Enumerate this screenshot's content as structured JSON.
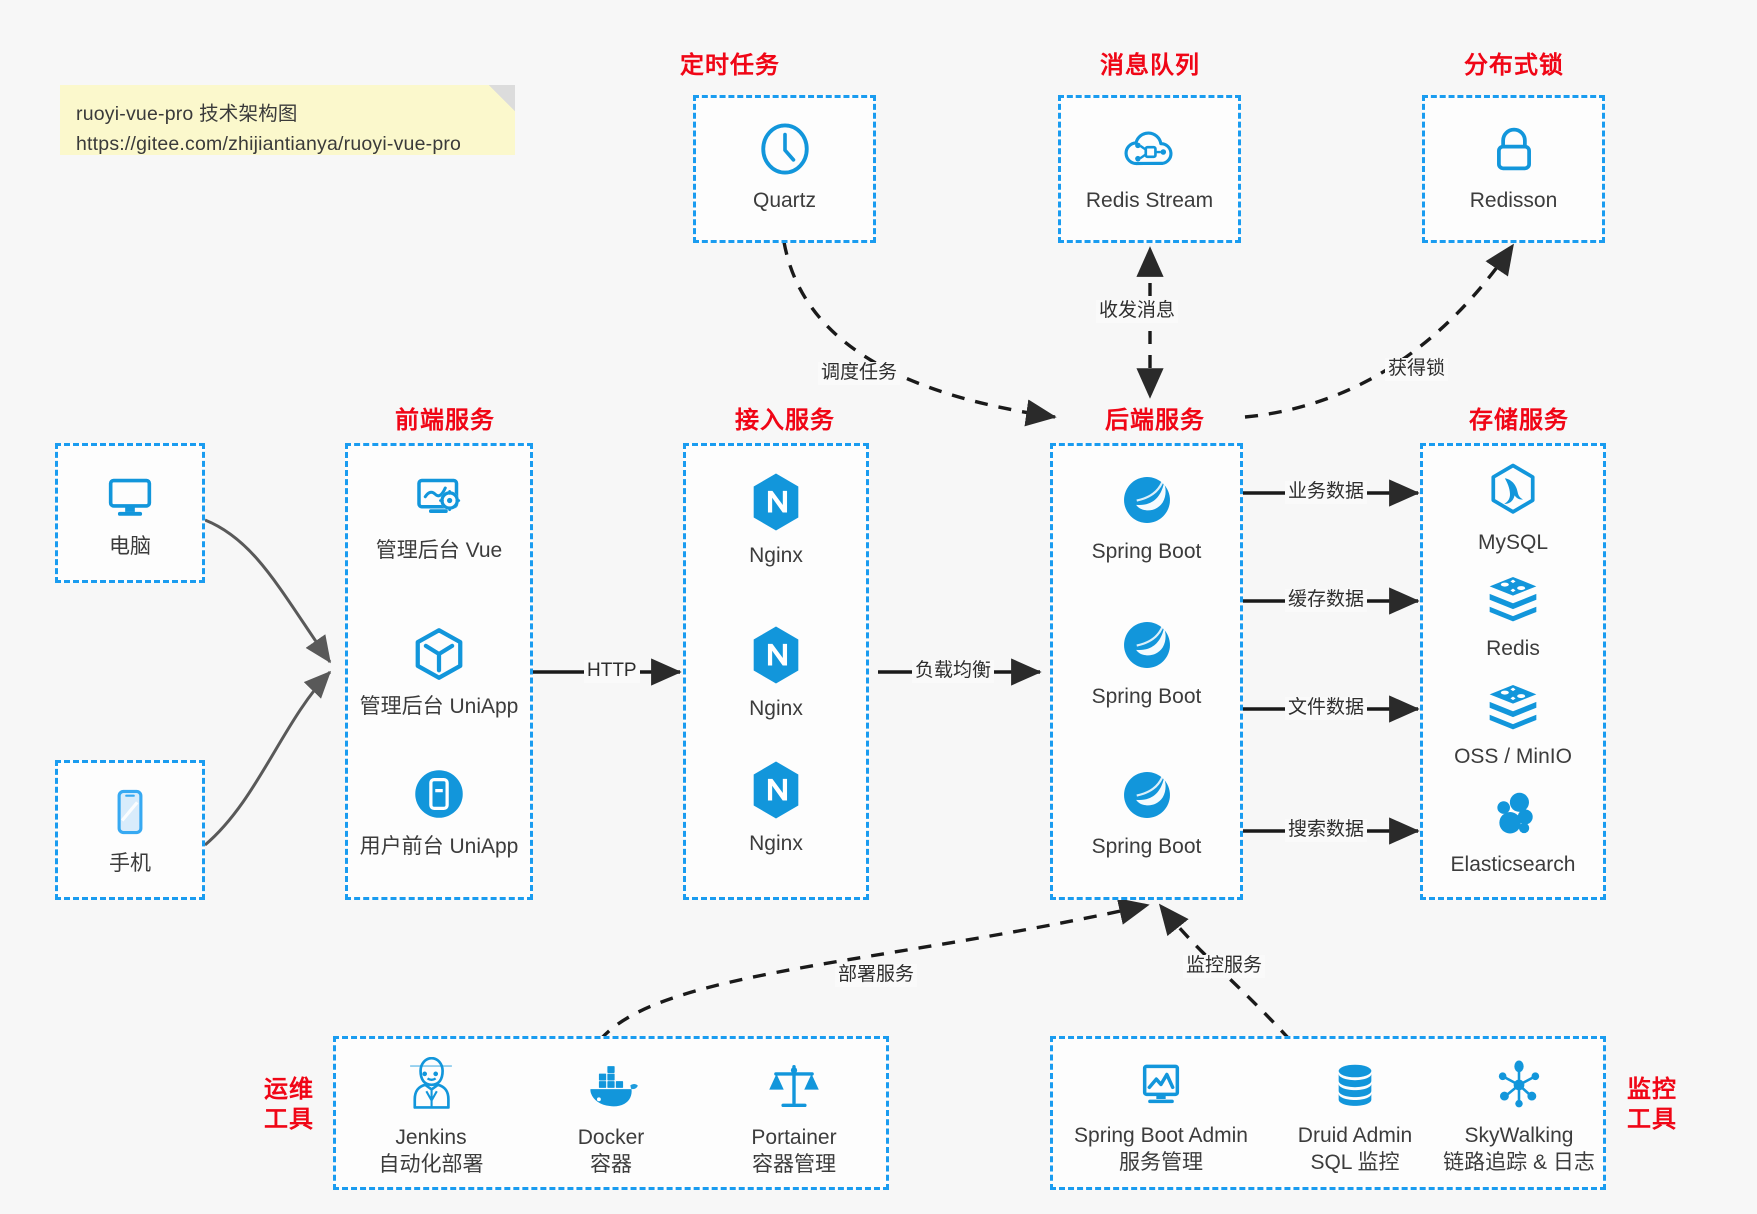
{
  "note": {
    "line1": "ruoyi-vue-pro 技术架构图",
    "line2": "https://gitee.com/zhijiantianya/ruoyi-vue-pro"
  },
  "colors": {
    "accent_blue": "#1a9cf0",
    "icon_blue": "#1296db",
    "title_red": "#f00616",
    "canvas": "#f7f7f7",
    "note_yellow": "#fbf8cc",
    "edge_dark": "#2e2e2e",
    "edge_gray": "#595959"
  },
  "groups": {
    "scheduler": {
      "title": "定时任务",
      "nodes": [
        {
          "label": "Quartz",
          "icon": "clock-icon"
        }
      ]
    },
    "mq": {
      "title": "消息队列",
      "nodes": [
        {
          "label": "Redis Stream",
          "icon": "cloud-node-icon"
        }
      ]
    },
    "lock": {
      "title": "分布式锁",
      "nodes": [
        {
          "label": "Redisson",
          "icon": "lock-icon"
        }
      ]
    },
    "device_pc": {
      "title": "",
      "nodes": [
        {
          "label": "电脑",
          "icon": "desktop-icon"
        }
      ]
    },
    "device_phone": {
      "title": "",
      "nodes": [
        {
          "label": "手机",
          "icon": "smartphone-icon"
        }
      ]
    },
    "frontend": {
      "title": "前端服务",
      "nodes": [
        {
          "label": "管理后台 Vue",
          "icon": "dashboard-settings-icon"
        },
        {
          "label": "管理后台 UniApp",
          "icon": "hexagon-cube-icon"
        },
        {
          "label": "用户前台 UniApp",
          "icon": "mobile-circle-icon"
        }
      ]
    },
    "gateway": {
      "title": "接入服务",
      "nodes": [
        {
          "label": "Nginx",
          "icon": "nginx-icon"
        },
        {
          "label": "Nginx",
          "icon": "nginx-icon"
        },
        {
          "label": "Nginx",
          "icon": "nginx-icon"
        }
      ]
    },
    "backend": {
      "title": "后端服务",
      "nodes": [
        {
          "label": "Spring Boot",
          "icon": "spring-leaf-icon"
        },
        {
          "label": "Spring Boot",
          "icon": "spring-leaf-icon"
        },
        {
          "label": "Spring Boot",
          "icon": "spring-leaf-icon"
        }
      ]
    },
    "storage": {
      "title": "存储服务",
      "nodes": [
        {
          "label": "MySQL",
          "icon": "mysql-dolphin-icon"
        },
        {
          "label": "Redis",
          "icon": "redis-stack-icon"
        },
        {
          "label": "OSS / MinIO",
          "icon": "redis-stack-icon"
        },
        {
          "label": "Elasticsearch",
          "icon": "elasticsearch-icon"
        }
      ]
    },
    "devops": {
      "title": "运维\n工具",
      "title_line1": "运维",
      "title_line2": "工具",
      "nodes": [
        {
          "label": "Jenkins",
          "sub": "自动化部署",
          "icon": "jenkins-butler-icon"
        },
        {
          "label": "Docker",
          "sub": "容器",
          "icon": "docker-whale-icon"
        },
        {
          "label": "Portainer",
          "sub": "容器管理",
          "icon": "scales-icon"
        }
      ]
    },
    "monitor": {
      "title_line1": "监控",
      "title_line2": "工具",
      "nodes": [
        {
          "label": "Spring Boot Admin",
          "sub": "服务管理",
          "icon": "monitor-chart-icon"
        },
        {
          "label": "Druid Admin",
          "sub": "SQL 监控",
          "icon": "database-icon"
        },
        {
          "label": "SkyWalking",
          "sub": "链路追踪 & 日志",
          "icon": "skywalking-icon"
        }
      ]
    }
  },
  "edges": [
    {
      "id": "http",
      "label": "HTTP",
      "from": "frontend",
      "to": "gateway",
      "style": "solid"
    },
    {
      "id": "lb",
      "label": "负载均衡",
      "from": "gateway",
      "to": "backend",
      "style": "solid"
    },
    {
      "id": "biz-data",
      "label": "业务数据",
      "from": "backend",
      "to": "mysql",
      "style": "solid"
    },
    {
      "id": "cache-data",
      "label": "缓存数据",
      "from": "backend",
      "to": "redis",
      "style": "solid"
    },
    {
      "id": "file-data",
      "label": "文件数据",
      "from": "backend",
      "to": "oss",
      "style": "solid"
    },
    {
      "id": "search-data",
      "label": "搜索数据",
      "from": "backend",
      "to": "es",
      "style": "solid"
    },
    {
      "id": "schedule",
      "label": "调度任务",
      "from": "quartz",
      "to": "backend",
      "style": "dashed"
    },
    {
      "id": "message",
      "label": "收发消息",
      "from": "backend",
      "to": "mq",
      "style": "dashed-bidir"
    },
    {
      "id": "get-lock",
      "label": "获得锁",
      "from": "backend",
      "to": "redisson",
      "style": "dashed"
    },
    {
      "id": "deploy",
      "label": "部署服务",
      "from": "devops",
      "to": "backend",
      "style": "dashed"
    },
    {
      "id": "observe",
      "label": "监控服务",
      "from": "monitor",
      "to": "backend",
      "style": "dashed"
    }
  ]
}
